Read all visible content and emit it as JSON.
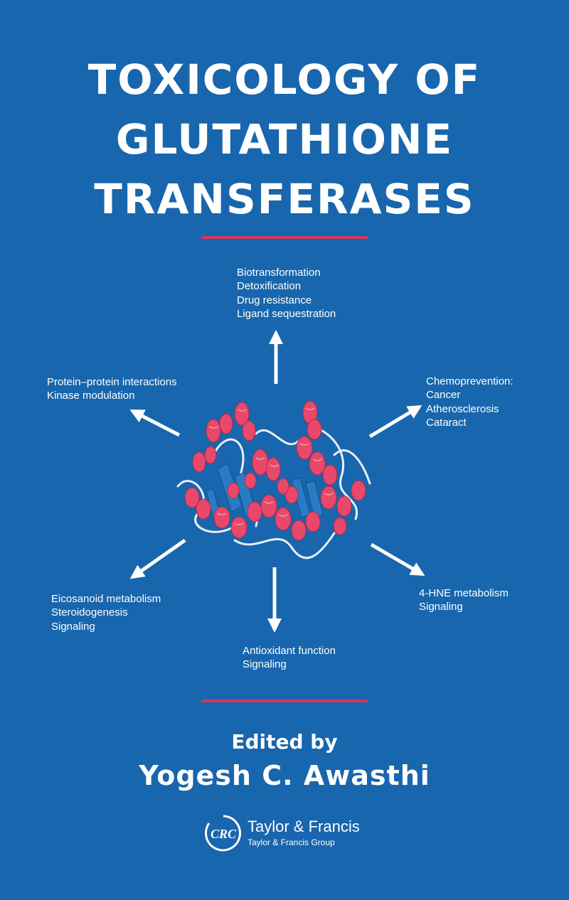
{
  "cover": {
    "title_lines": [
      "TOXICOLOGY OF",
      "GLUTATHIONE",
      "TRANSFERASES"
    ],
    "colors": {
      "background": "#1866ad",
      "accent_rule": "#d7355e",
      "text": "#ffffff",
      "helix": "#e8496b",
      "sheet": "#2a7bc6"
    }
  },
  "diagram": {
    "top": [
      "Biotransformation",
      "Detoxification",
      "Drug resistance",
      "Ligand sequestration"
    ],
    "upper_left": [
      "Protein–protein interactions",
      "Kinase modulation"
    ],
    "upper_right": [
      "Chemoprevention:",
      "Cancer",
      "Atherosclerosis",
      "Cataract"
    ],
    "lower_left": [
      "Eicosanoid metabolism",
      "Steroidogenesis",
      "Signaling"
    ],
    "bottom": [
      "Antioxidant function",
      "Signaling"
    ],
    "lower_right": [
      "4-HNE metabolism",
      "Signaling"
    ]
  },
  "credits": {
    "edited_by": "Edited by",
    "editor": "Yogesh C. Awasthi"
  },
  "publisher": {
    "logo_text": "CRC",
    "name": "Taylor & Francis",
    "group": "Taylor & Francis Group"
  }
}
